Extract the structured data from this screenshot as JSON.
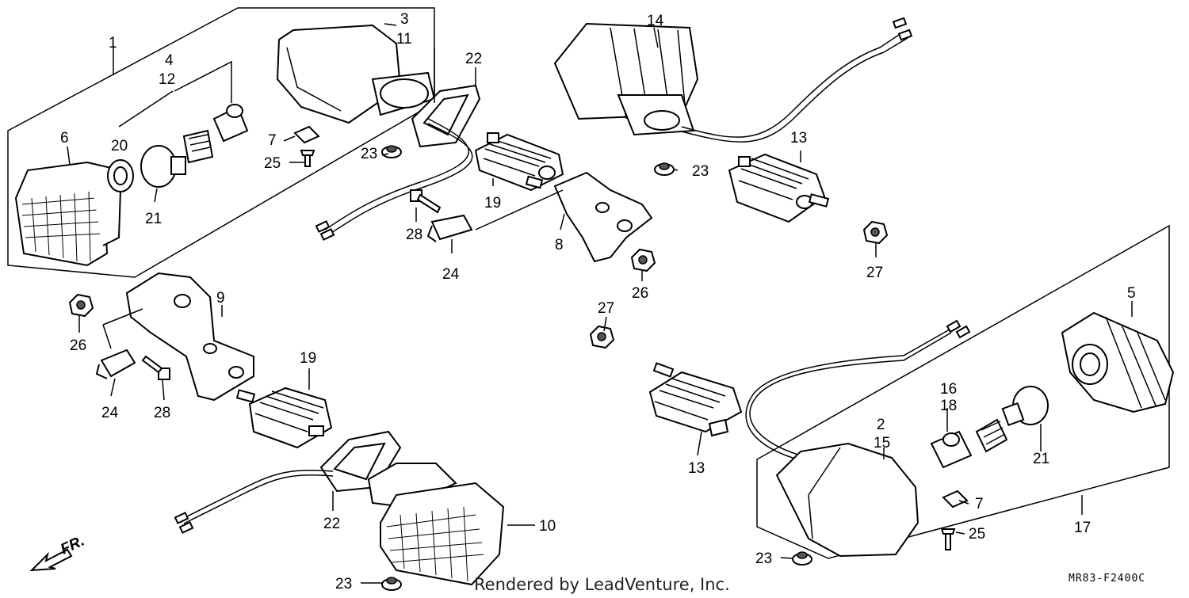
{
  "labels": {
    "l1": "1",
    "l3": "3",
    "l11": "11",
    "l22a": "22",
    "l14": "14",
    "l4": "4",
    "l12": "12",
    "l20": "20",
    "l6": "6",
    "l21a": "21",
    "l7a": "7",
    "l25a": "25",
    "l23a": "23",
    "l19a": "19",
    "l13a": "13",
    "l23b": "23",
    "l28a": "28",
    "l24a": "24",
    "l8": "8",
    "l26a": "26",
    "l27a": "27",
    "l27b": "27",
    "l9": "9",
    "l26b": "26",
    "l24b": "24",
    "l28b": "28",
    "l19b": "19",
    "l22b": "22",
    "l10": "10",
    "l23c": "23",
    "l13b": "13",
    "l5": "5",
    "l16": "16",
    "l18": "18",
    "l2": "2",
    "l15": "15",
    "l21b": "21",
    "l7b": "7",
    "l17": "17",
    "l25b": "25",
    "l23d": "23"
  },
  "front_marker": "FR.",
  "credit": "Rendered by LeadVenture, Inc.",
  "diagram_code": "MR83-F2400C"
}
